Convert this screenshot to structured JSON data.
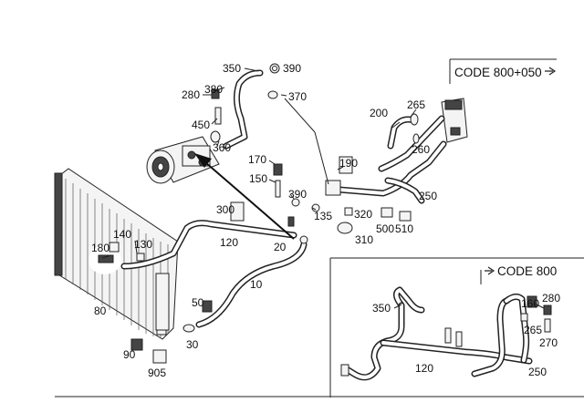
{
  "codes": {
    "top": "CODE 800+050",
    "sub": "CODE 800"
  },
  "callouts": {
    "c350": "350",
    "c390": "390",
    "c280": "280",
    "c380": "380",
    "c370": "370",
    "c450": "450",
    "c360": "360",
    "c200": "200",
    "c265": "265",
    "c260": "260",
    "c170": "170",
    "c150": "150",
    "c190": "190",
    "c300": "300",
    "c390b": "390",
    "c135": "135",
    "c320": "320",
    "c250": "250",
    "c500": "500",
    "c510": "510",
    "c310": "310",
    "c140": "140",
    "c180": "180",
    "c130": "130",
    "c120": "120",
    "c20": "20",
    "c10": "10",
    "c80": "80",
    "c50": "50",
    "c30": "30",
    "c90": "90",
    "c905": "905",
    "s350": "350",
    "s160": "160",
    "s280": "280",
    "s265": "265",
    "s270": "270",
    "s120": "120",
    "s250": "250"
  }
}
